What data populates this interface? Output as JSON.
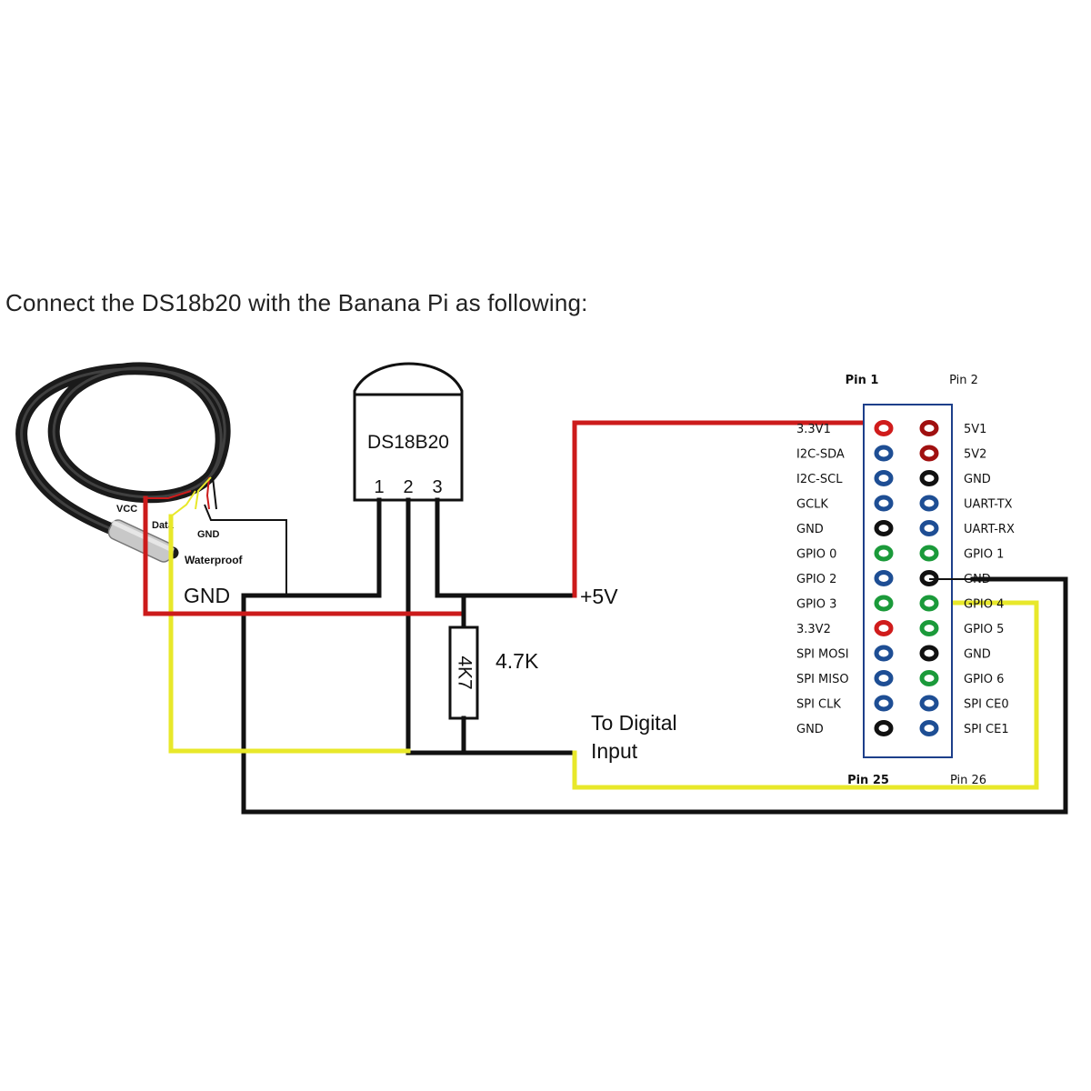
{
  "title": "Connect the DS18b20 with the Banana Pi as following:",
  "probe": {
    "vcc_label": "VCC",
    "data_label": "Data",
    "gnd_label": "GND",
    "waterproof_label": "Waterproof",
    "gnd_big_label": "GND"
  },
  "chip": {
    "name": "DS18B20",
    "pins": [
      "1",
      "2",
      "3"
    ]
  },
  "resistor": {
    "body_label": "4K7",
    "value_label": "4.7K"
  },
  "labels": {
    "plus5v": "+5V",
    "to_digital_line1": "To Digital",
    "to_digital_line2": "Input"
  },
  "header": {
    "pin1": "Pin 1",
    "pin2": "Pin 2",
    "pin25": "Pin 25",
    "pin26": "Pin 26",
    "left": [
      "3.3V1",
      "I2C-SDA",
      "I2C-SCL",
      "GCLK",
      "GND",
      "GPIO 0",
      "GPIO 2",
      "GPIO 3",
      "3.3V2",
      "SPI MOSI",
      "SPI MISO",
      "SPI CLK",
      "GND"
    ],
    "right": [
      "5V1",
      "5V2",
      "GND",
      "UART-TX",
      "UART-RX",
      "GPIO 1",
      "GND",
      "GPIO 4",
      "GPIO 5",
      "GND",
      "GPIO 6",
      "SPI CE0",
      "SPI CE1"
    ],
    "left_colors": [
      "red",
      "blue",
      "blue",
      "blue",
      "black",
      "green",
      "blue",
      "green",
      "red",
      "blue",
      "blue",
      "blue",
      "black"
    ],
    "right_colors": [
      "darkred",
      "darkred",
      "black",
      "blue",
      "blue",
      "green",
      "black",
      "green",
      "green",
      "black",
      "green",
      "blue",
      "blue"
    ]
  },
  "colors": {
    "red_wire": "#cc1b1b",
    "yellow_wire": "#e8e82a",
    "black_wire": "#111111",
    "pin_red": "#d01c1c",
    "pin_darkred": "#a01010",
    "pin_blue": "#1e4e94",
    "pin_green": "#1b9a3a",
    "pin_black": "#111111",
    "header_border": "#1d3f8a"
  }
}
